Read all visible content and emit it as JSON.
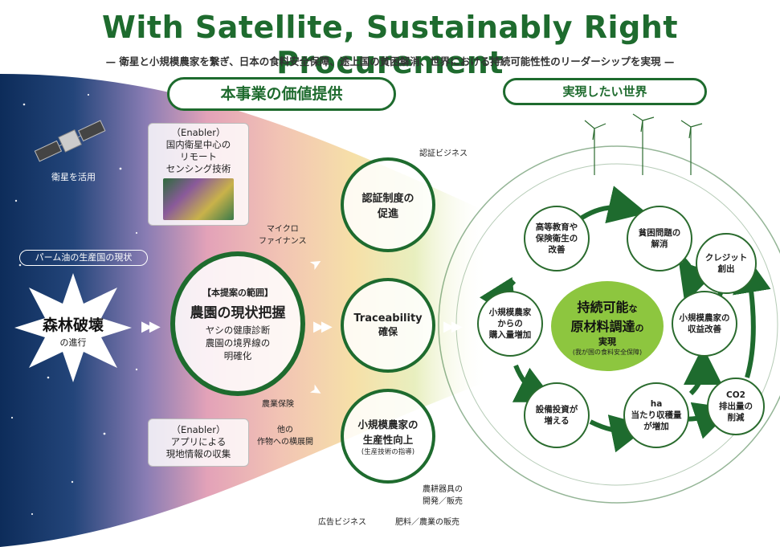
{
  "header": {
    "title": "With Satellite, Sustainably Right Procurement",
    "subtitle": "— 衛星と小規模農家を繋ぎ、日本の食料安全保障、途上国の貧困解消、世界における持続可能性性のリーダーシップを実現 —"
  },
  "sections": {
    "value": "本事業の価値提供",
    "world": "実現したい世界"
  },
  "left": {
    "satellite": "衛星を活用",
    "palm_pill": "パーム油の生産国の現状",
    "star_main": "森林破壊",
    "star_sub": "の進行"
  },
  "enabler_top": {
    "l1": "（Enabler）",
    "l2": "国内衛星中心の",
    "l3": "リモート",
    "l4": "センシング技術"
  },
  "enabler_bottom": {
    "l1": "（Enabler）",
    "l2": "アプリによる",
    "l3": "現地情報の収集"
  },
  "labels": {
    "microfinance_1": "マイクロ",
    "microfinance_2": "ファイナンス",
    "insurance": "農業保険",
    "other_crops_1": "他の",
    "other_crops_2": "作物への横展開",
    "cert_biz": "認証ビジネス",
    "equip_1": "農耕器具の",
    "equip_2": "開発／販売",
    "ad_biz": "広告ビジネス",
    "fert": "肥料／農業の販売"
  },
  "main_circle": {
    "scope": "【本提案の範囲】",
    "title": "農園の現状把握",
    "l1": "ヤシの健康診断",
    "l2": "農園の境界線の",
    "l3": "明確化"
  },
  "value_circles": {
    "cert_1": "認証制度の",
    "cert_2": "促進",
    "trace_1": "Traceability",
    "trace_2": "確保",
    "prod_1": "小規模農家の",
    "prod_2": "生産性向上",
    "prod_3": "(生産技術の指導)"
  },
  "world": {
    "center_1a": "持続可能",
    "center_1b": "な",
    "center_2a": "原材料調達",
    "center_2b": "の",
    "center_3": "実現",
    "center_4": "(我が国の食料安全保障)",
    "n_edu": "高等教育や\n保険衛生の\n改善",
    "n_poverty": "貧困問題の\n解消",
    "n_credit": "クレジット\n創出",
    "n_buy": "小規模農家\nからの\n購入量増加",
    "n_income": "小規模農家の\n収益改善",
    "n_invest": "設備投資が\n増える",
    "n_yield_1": "ha",
    "n_yield_2": "当たり収穫量",
    "n_yield_3": "が増加",
    "n_co2_1": "CO2",
    "n_co2_2": "排出量の",
    "n_co2_3": "削減"
  },
  "colors": {
    "brand_green": "#1e6b2e",
    "light_green": "#8dc63f",
    "night_blue": "#0d2c5a"
  }
}
